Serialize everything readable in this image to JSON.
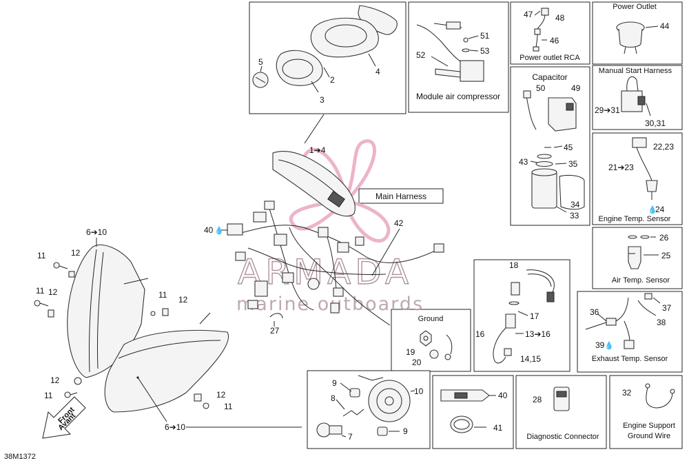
{
  "drawing_code": "38M1372",
  "watermark": {
    "brand": "ARMADA",
    "tagline": "marine outboards"
  },
  "sections": {
    "power_outlet_rca": "Power outlet RCA",
    "power_outlet": "Power Outlet",
    "manual_start_harness": "Manual Start Harness",
    "capacitor": "Capacitor",
    "module_air_compressor": "Module air compressor",
    "main_harness": "Main Harness",
    "engine_temp_sensor": "Engine Temp. Sensor",
    "air_temp_sensor": "Air Temp. Sensor",
    "exhaust_temp_sensor": "Exhaust Temp. Sensor",
    "ground": "Ground",
    "diagnostic_connector": "Diagnostic Connector",
    "engine_support_ground_wire_1": "Engine Support",
    "engine_support_ground_wire_2": "Ground Wire"
  },
  "front_arrow": {
    "line1": "Front",
    "line2": "Avant"
  },
  "callouts": {
    "c1_4": "1➔4",
    "c2": "2",
    "c3": "3",
    "c4": "4",
    "c5": "5",
    "c6_10_top": "6➔10",
    "c6_10_bottom": "6➔10",
    "c7": "7",
    "c8": "8",
    "c9a": "9",
    "c9b": "9",
    "c10": "10",
    "c11a": "11",
    "c11b": "11",
    "c11c": "11",
    "c11d": "11",
    "c11e": "11",
    "c12a": "12",
    "c12b": "12",
    "c12c": "12",
    "c12d": "12",
    "c12e": "12",
    "c13_16": "13➔16",
    "c14_15": "14,15",
    "c16": "16",
    "c17": "17",
    "c18": "18",
    "c19": "19",
    "c20": "20",
    "c21_23": "21➔23",
    "c22_23": "22,23",
    "c24": "24",
    "c25": "25",
    "c26": "26",
    "c27": "27",
    "c28": "28",
    "c29_31": "29➔31",
    "c30_31": "30,31",
    "c32": "32",
    "c33": "33",
    "c34": "34",
    "c35": "35",
    "c36": "36",
    "c37": "37",
    "c38": "38",
    "c39": "39",
    "c40a": "40",
    "c40b": "40",
    "c41": "41",
    "c42": "42",
    "c43": "43",
    "c44": "44",
    "c45": "45",
    "c46": "46",
    "c47": "47",
    "c48": "48",
    "c49": "49",
    "c50": "50",
    "c51": "51",
    "c52": "52",
    "c53": "53"
  },
  "colors": {
    "line": "#222222",
    "watermark_pink": "#e9a7c3",
    "watermark_grey": "#a07f8a"
  }
}
